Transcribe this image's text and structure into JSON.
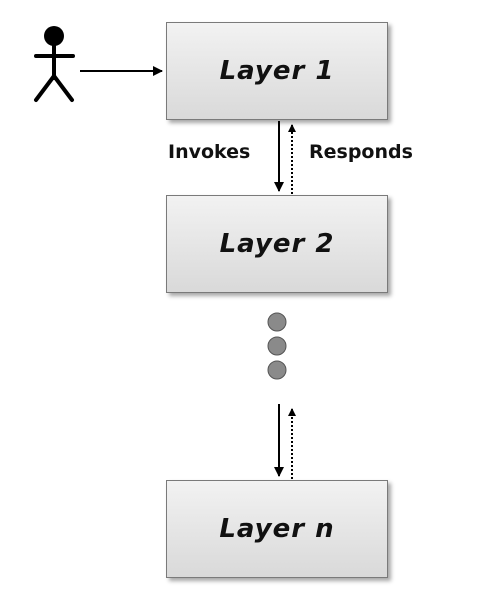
{
  "diagram": {
    "layers": [
      {
        "label": "Layer 1"
      },
      {
        "label": "Layer 2"
      },
      {
        "label": "Layer n"
      }
    ],
    "edges": {
      "invokes_label": "Invokes",
      "responds_label": "Responds"
    },
    "actor": {
      "icon": "stick-figure-user-icon"
    },
    "ellipsis": {
      "icon": "vertical-dots-ellipsis-icon",
      "count": 3
    },
    "colors": {
      "box_border": "#7a7a7a",
      "box_fill_top": "#f2f2f2",
      "box_fill_bottom": "#d9d9d9",
      "dot_fill": "#8a8a8a",
      "line": "#000000"
    }
  }
}
